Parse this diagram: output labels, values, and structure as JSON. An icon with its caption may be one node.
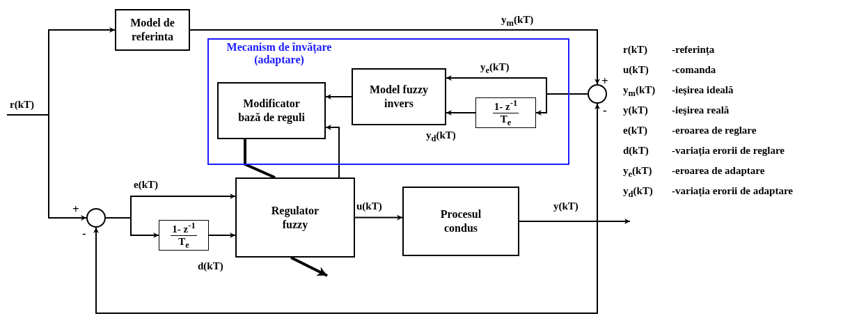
{
  "diagram": {
    "nodes": [
      {
        "text": [
          "Model de referinta"
        ]
      },
      {
        "text": [
          "Mecanism de învățare (adaptare)"
        ]
      },
      {
        "text": [
          "Modificator bază de reguli"
        ],
        "in": 1
      },
      {
        "text": [
          "Model fuzzy invers"
        ],
        "in": 1
      },
      {
        "text": [
          "1- z$^{-1}$",
          "T$_{e}$"
        ],
        "in": 1
      },
      {
        "text": [],
        "shape": "circle"
      },
      {
        "text": [],
        "shape": "circle"
      },
      {
        "text": [
          "1- z$^{-1}$",
          "T$_{e}$"
        ]
      },
      {
        "text": [
          "Regulator fuzzy"
        ]
      },
      {
        "text": [
          "Procesul condus"
        ]
      }
    ],
    "edges": [
      {
        "from": null,
        "to": 0,
        "arrow": "to",
        "label": "r(kT)"
      },
      {
        "from": null,
        "to": 6,
        "arrow": "to"
      },
      {
        "from": 0,
        "to": 5,
        "arrow": "to",
        "label": "y$_{m}$(kT)"
      },
      {
        "from": 5,
        "to": 3,
        "arrow": "to",
        "label": "y$_{e}$(kT)"
      },
      {
        "from": 5,
        "to": 4,
        "arrow": "to"
      },
      {
        "from": 4,
        "to": 3,
        "arrow": "to",
        "label": "y$_{d}$(kT)"
      },
      {
        "from": 3,
        "to": 2,
        "arrow": "to"
      },
      {
        "from": 8,
        "to": 2,
        "arrow": "to"
      },
      {
        "from": 2,
        "to": 8,
        "arrow": "none",
        "style": "thick"
      },
      {
        "from": 8,
        "to": null,
        "arrow": "to",
        "style": "thick"
      },
      {
        "from": 6,
        "to": 8,
        "arrow": "to",
        "label": "e(kT)"
      },
      {
        "from": 6,
        "to": 7,
        "arrow": "to"
      },
      {
        "from": 7,
        "to": 8,
        "arrow": "to",
        "label": "d(kT)"
      },
      {
        "from": 8,
        "to": 9,
        "arrow": "to",
        "label": "u(kT)"
      },
      {
        "from": 9,
        "to": null,
        "arrow": "to",
        "label": "y(kT)"
      },
      {
        "from": 9,
        "to": 5,
        "arrow": "to"
      },
      {
        "from": 9,
        "to": 6,
        "arrow": "to"
      }
    ],
    "labels": [
      "+",
      "-",
      "+",
      "-",
      "r(kT)",
      "-referința",
      "u(kT)",
      "-comanda",
      "y$_{m}$(kT)",
      "-ieşirea ideală",
      "y(kT)",
      "-ieşirea reală",
      "e(kT)",
      "-eroarea de reglare",
      "d(kT)",
      "-variația erorii de reglare",
      "y$_{e}$(kT)",
      "-eroarea de adaptare",
      "y$_{d}$(kT)",
      "-variația erorii de adaptare"
    ]
  }
}
